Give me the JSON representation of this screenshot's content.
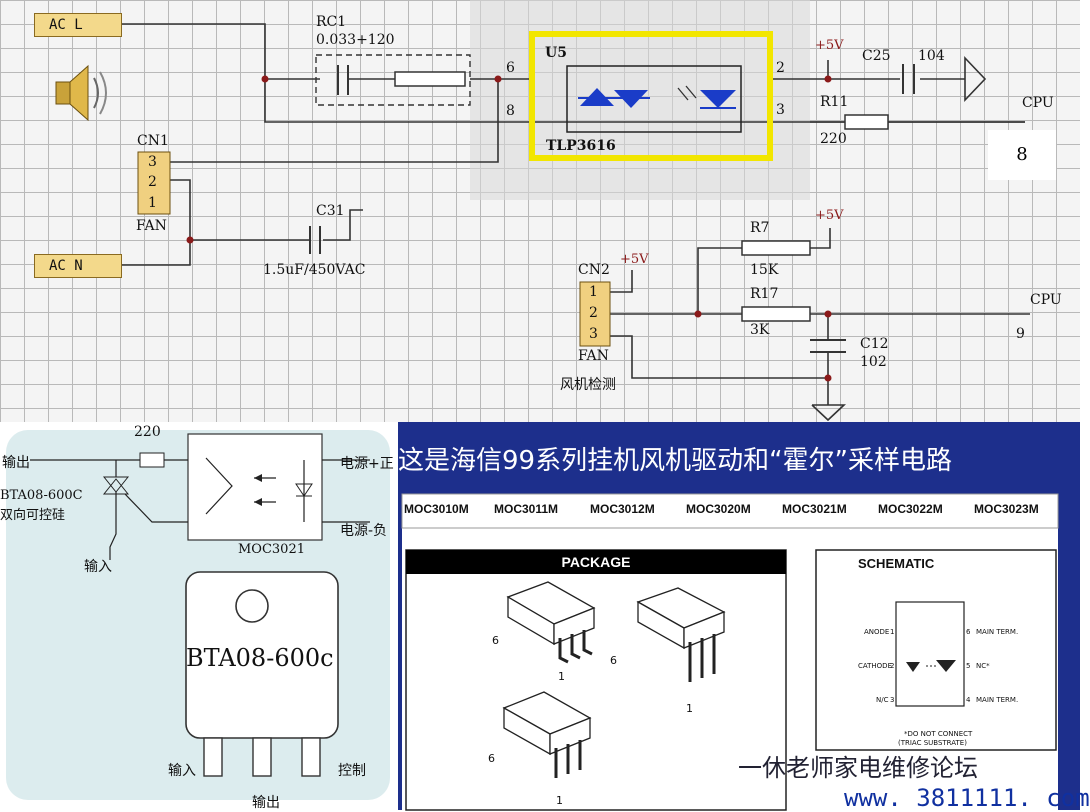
{
  "top_schematic": {
    "ac_l": "AC L",
    "ac_n": "AC N",
    "rc1": "RC1",
    "rc1_value": "0.033+120",
    "u5": "U5",
    "optocoupler": "TLP3616",
    "pin6": "6",
    "pin8": "8",
    "pin2": "2",
    "pin3": "3",
    "plus5v": "+5V",
    "c25": "C25",
    "c25_value": "104",
    "r11": "R11",
    "r11_value": "220",
    "cpu": "CPU",
    "cpu_pin_8": "8",
    "cn1": "CN1",
    "fan": "FAN",
    "cn_pins": [
      "3",
      "2",
      "1"
    ],
    "c31": "C31",
    "c31_value": "1.5uF/450VAC",
    "r7": "R7",
    "r7_value": "15K",
    "r17": "R17",
    "r17_value": "3K",
    "cn2": "CN2",
    "cn2_pins": [
      "1",
      "2",
      "3"
    ],
    "c12": "C12",
    "c12_value": "102",
    "cpu_pin_9": "9",
    "fan_detect": "风机检测"
  },
  "bottom_left": {
    "r220": "220",
    "output": "输出",
    "triac": "BTA08-600C",
    "triac_desc": "双向可控硅",
    "input": "输入",
    "power_pos": "电源+正",
    "power_neg": "电源-负",
    "moc": "MOC3021",
    "package_label": "BTA08-600c",
    "pin_input": "输入",
    "pin_output": "输出",
    "pin_control": "控制"
  },
  "bottom_right": {
    "title": "这是海信99系列挂机风机驱动和“霍尔”采样电路",
    "models": [
      "MOC3010M",
      "MOC3011M",
      "MOC3012M",
      "MOC3020M",
      "MOC3021M",
      "MOC3022M",
      "MOC3023M"
    ],
    "package_header": "PACKAGE",
    "schematic_header": "SCHEMATIC",
    "pkg_pin_6": "6",
    "pkg_pin_1": "1",
    "anode": "ANODE",
    "cathode": "CATHODE",
    "nc": "N/C",
    "main_term": "MAIN TERM.",
    "nc_star": "NC*",
    "sch_pins": [
      "1",
      "2",
      "3",
      "4",
      "5",
      "6"
    ],
    "note1": "*DO NOT CONNECT",
    "note2": "(TRIAC SUBSTRATE)",
    "watermark": "一休老师家电维修论坛",
    "url": "www. 3811111. com"
  },
  "colors": {
    "highlight": "#f2e600",
    "tag": "#f3d98b",
    "connector": "#f0d080",
    "net_dot": "#8b1a1a",
    "triac_blue": "#1a3cc8",
    "slide_bg": "#1d2f8c",
    "url": "#1030a0"
  }
}
